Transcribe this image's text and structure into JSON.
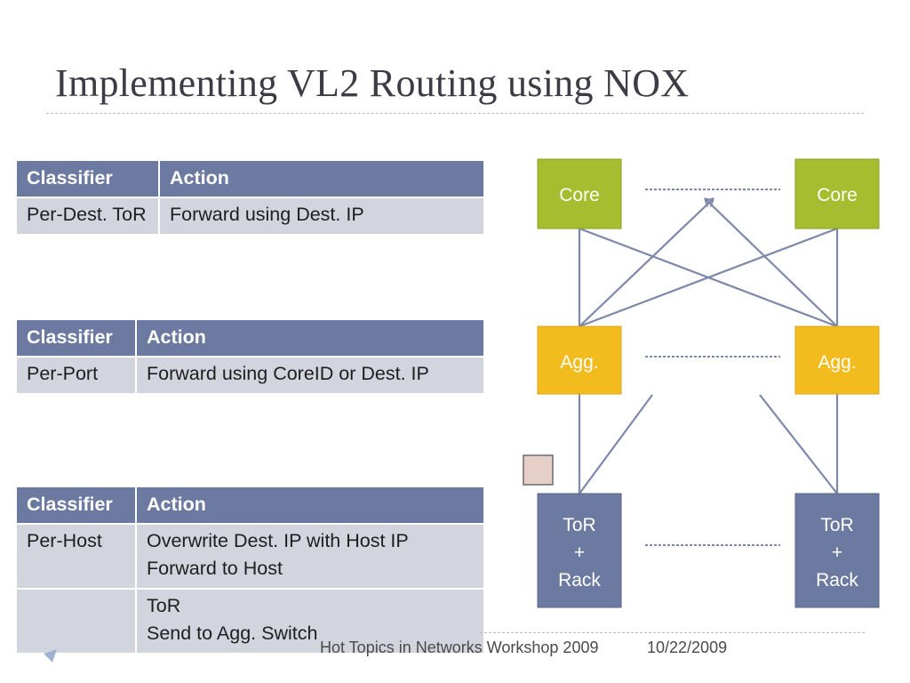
{
  "slide": {
    "title": "Implementing VL2 Routing using NOX"
  },
  "tables": [
    {
      "headers": [
        "Classifier",
        "Action"
      ],
      "rows": [
        [
          "Per-Dest. ToR",
          "Forward using Dest. IP"
        ]
      ]
    },
    {
      "headers": [
        "Classifier",
        "Action"
      ],
      "rows": [
        [
          "Per-Port",
          "Forward using CoreID or Dest. IP"
        ]
      ]
    },
    {
      "headers": [
        "Classifier",
        "Action"
      ],
      "rows": [
        [
          "Per-Host",
          "Overwrite Dest. IP with Host IP\nForward to Host"
        ],
        [
          "",
          "ToR\nSend to Agg. Switch"
        ]
      ]
    }
  ],
  "diagram": {
    "nodes": {
      "core_left": "Core",
      "core_right": "Core",
      "agg_left": "Agg.",
      "agg_right": "Agg.",
      "tor_left": [
        "ToR",
        "+",
        "Rack"
      ],
      "tor_right": [
        "ToR",
        "+",
        "Rack"
      ]
    },
    "colors": {
      "core": "#a5bd2e",
      "agg": "#f2bc1f",
      "tor": "#6c79a0",
      "link": "#7d88aa",
      "packet": "#e6cfc9"
    }
  },
  "footer": {
    "text": "Hot Topics in Networks Workshop 2009",
    "date": "10/22/2009"
  }
}
